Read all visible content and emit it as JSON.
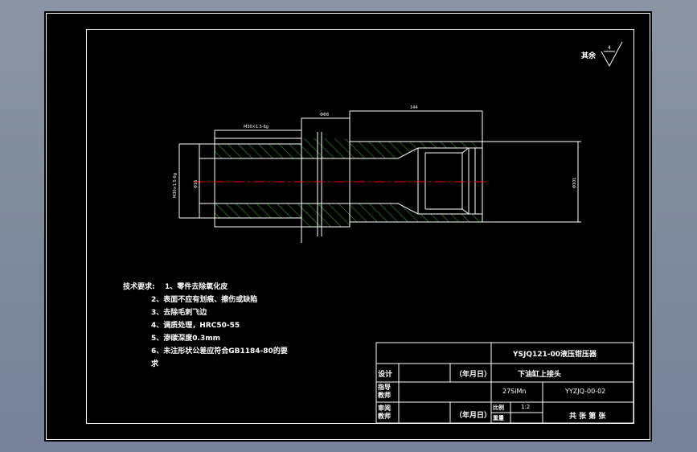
{
  "drawing": {
    "surface_mark": {
      "label": "其余",
      "value": "4"
    },
    "dimensions": {
      "top_left": "M30×1.5-6g",
      "top_mid": "ΦΦ8",
      "top_right": "144",
      "left_outer": "M30×1.5-6g",
      "left_inner": "Φ16",
      "right_dia": "Φ101"
    },
    "notes": {
      "title": "技术要求:",
      "items": [
        "1、零件去除氧化皮",
        "2、表面不应有划痕、擦伤或缺陷",
        "3、去除毛刺飞边",
        "4、调质处理，HRC50-55",
        "5、渗碳深度0.3mm",
        "6、未注形状公差应符合GB1184-80的要",
        "求"
      ]
    },
    "title_block": {
      "assembly": "YSJQ121-00液压钳压器",
      "part_name": "下油缸上接头",
      "designer": "设计",
      "checker": "指导\n教师",
      "reviewer": "审阅\n教师",
      "date1": "（年月日）",
      "date2": "（年月日）",
      "material": "27SiMn",
      "code": "YYZJQ-00-02",
      "scale_label": "比例",
      "scale": "1:2",
      "weight_label": "重量",
      "sheets": "共  张  第  张"
    },
    "colors": {
      "background": "#000000",
      "lines": "#ffffff",
      "hatch": "#22c522",
      "centerline": "#ff0000"
    }
  }
}
